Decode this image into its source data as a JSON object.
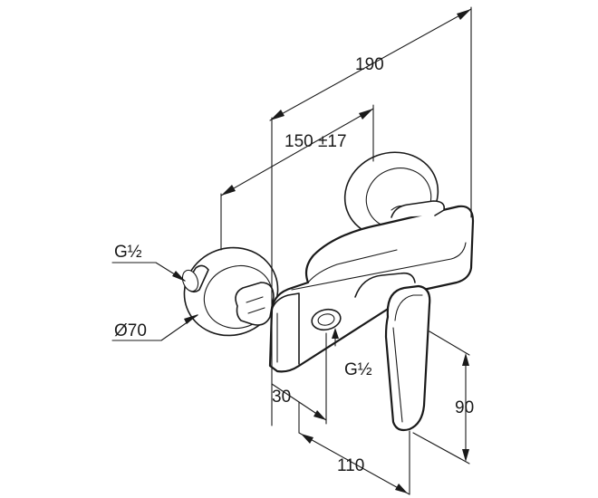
{
  "drawing": {
    "dimensions": {
      "overall_width": "190",
      "wall_spacing": "150 ±17",
      "inlet_thread": "G½",
      "rosette_diameter": "Ø70",
      "outlet_thread": "G½",
      "outlet_offset": "30",
      "outlet_depth": "110",
      "lever_height": "90"
    }
  }
}
